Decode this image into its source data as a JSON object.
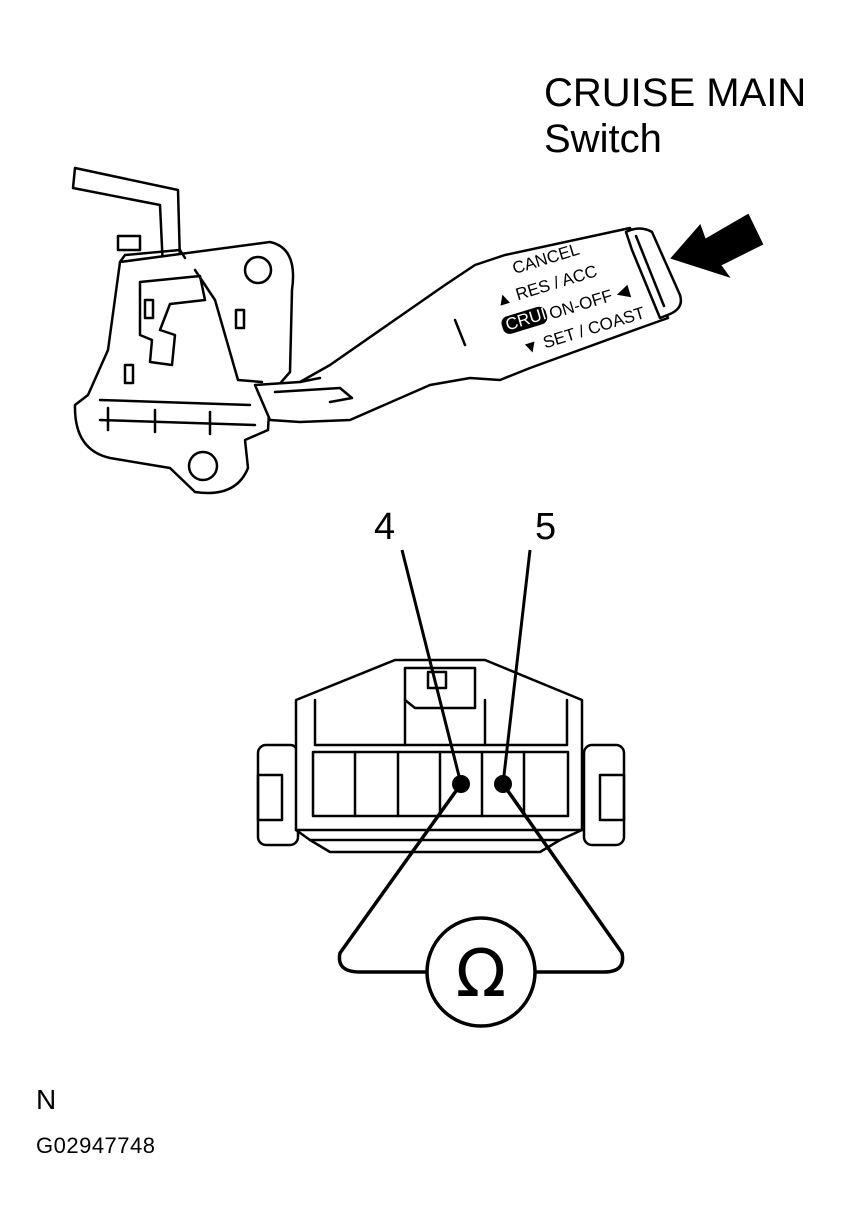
{
  "title": {
    "line1": "CRUISE MAIN",
    "line2": "Switch"
  },
  "lever": {
    "cancel": "CANCEL",
    "res_acc": "▲ RES  /  ACC",
    "cruise_badge": "CRUISE",
    "on_off": "ON-OFF ◀",
    "set_coast": "▼ SET / COAST"
  },
  "connector": {
    "pins": [
      "4",
      "5"
    ]
  },
  "meter": {
    "symbol": "Ω"
  },
  "footer": {
    "north": "N",
    "figure_id": "G02947748"
  }
}
